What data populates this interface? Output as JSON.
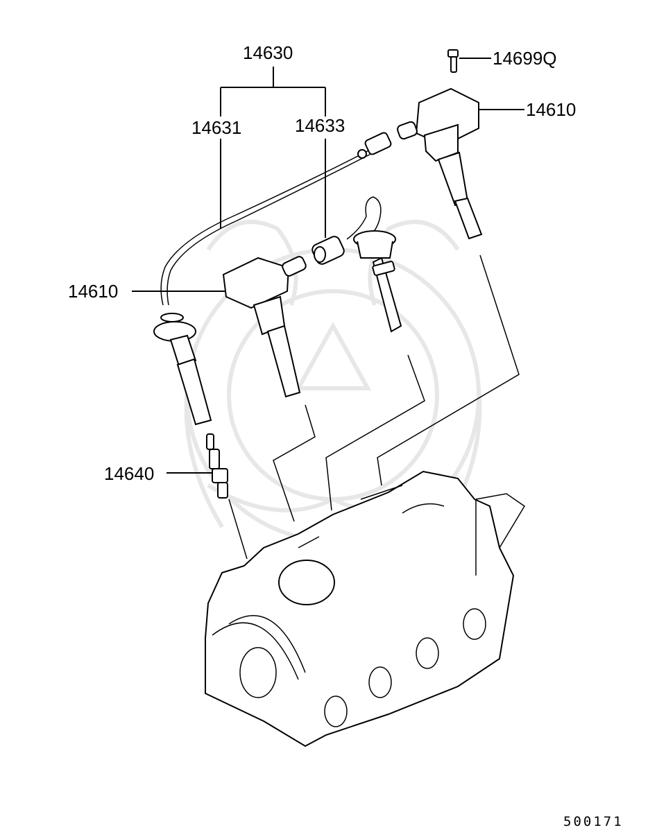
{
  "labels": {
    "set": "14630",
    "cable_a": "14631",
    "cable_b": "14633",
    "bolt": "14699Q",
    "coil_right": "14610",
    "coil_left": "14610",
    "plug": "14640"
  },
  "reference_number": "500171",
  "colors": {
    "line": "#000000",
    "background": "#ffffff",
    "watermark": "#e7e7e7"
  }
}
